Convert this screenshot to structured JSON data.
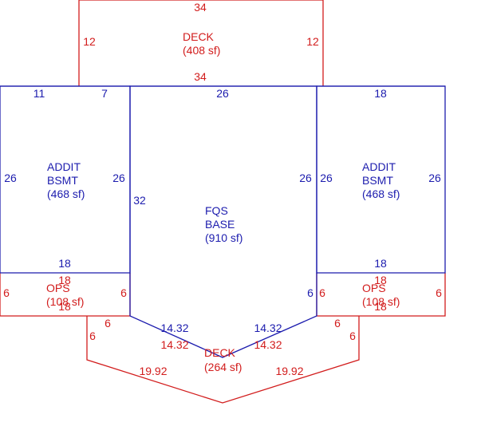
{
  "colors": {
    "main": "#1c1cae",
    "accessory": "#d21c1c",
    "background": "#ffffff"
  },
  "areas": {
    "deck_top": {
      "name": "DECK",
      "area": "(408 sf)"
    },
    "addit_left": {
      "name1": "ADDIT",
      "name2": "BSMT",
      "area": "(468 sf)"
    },
    "fqs_base": {
      "name1": "FQS",
      "name2": "BASE",
      "area": "(910 sf)"
    },
    "addit_right": {
      "name1": "ADDIT",
      "name2": "BSMT",
      "area": "(468 sf)"
    },
    "ops_left": {
      "name": "OPS",
      "area": "(108 sf)"
    },
    "ops_right": {
      "name": "OPS",
      "area": "(108 sf)"
    },
    "deck_bottom": {
      "name": "DECK",
      "area": "(264 sf)"
    }
  },
  "dimensions": {
    "deck_top": {
      "top": "34",
      "left": "12",
      "right": "12",
      "bottom": "34"
    },
    "addit_left": {
      "top_a": "11",
      "top_b": "7",
      "left": "26",
      "right": "26",
      "bottom": "18"
    },
    "fqs_base": {
      "top": "26",
      "left": "32",
      "right": "26",
      "lower_right": "6",
      "diag_left": "14.32",
      "diag_right": "14.32"
    },
    "addit_right": {
      "top": "18",
      "left": "26",
      "right": "26",
      "bottom": "18"
    },
    "ops_left": {
      "top": "18",
      "bottom": "18",
      "left": "6",
      "right": "6"
    },
    "ops_right": {
      "top": "18",
      "bottom": "18",
      "left": "6",
      "right": "6"
    },
    "deck_bottom": {
      "left_top": "6",
      "left_side": "6",
      "right_top": "6",
      "right_side": "6",
      "inner_left": "14.32",
      "inner_right": "14.32",
      "outer_left": "19.92",
      "outer_right": "19.92"
    }
  }
}
